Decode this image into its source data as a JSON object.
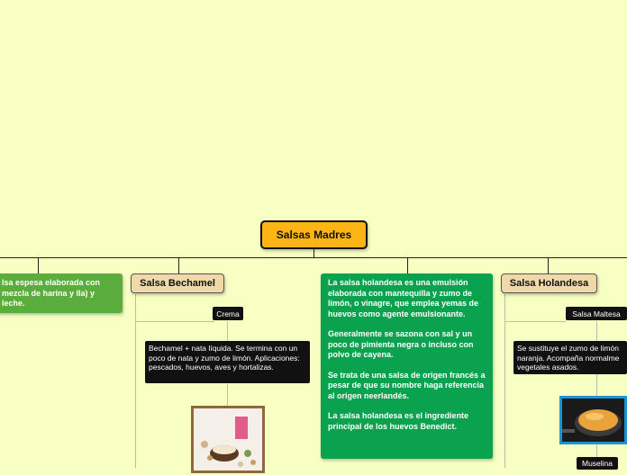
{
  "root": {
    "title": "Salsas Madres"
  },
  "branches": {
    "left_partial": {
      "text": "lsa espesa elaborada con mezcla de harina y lla) y leche."
    },
    "bechamel": {
      "title": "Salsa Bechamel",
      "child_label": "Crema",
      "child_text": "Bechamel + nata líquida. Se termina con un poco de nata y zumo de limón. Aplicaciones: pescados, huevos, aves y hortalizas.",
      "image_icon": "bowl-with-ingredients-photo"
    },
    "holandesa_description": {
      "paragraphs": [
        "La salsa holandesa es una emulsión elaborada con mantequilla y zumo de limón, o vinagre, que emplea yemas de huevos como agente emulsionante.",
        "Generalmente se sazona con sal y un poco de pimienta negra o incluso con polvo de cayena.",
        "Se trata de una salsa de origen francés a pesar de que su nombre haga referencia al origen neerlandés.",
        "La salsa holandesa es el ingrediente principal de los huevos Benedict."
      ]
    },
    "holandesa": {
      "title": "Salsa Holandesa",
      "child_label": "Salsa Maltesa",
      "child_text": "Se sustituye el zumo de limón naranja.  Acompaña normalme vegetales asados.",
      "image_icon": "sauce-bowl-photo",
      "child2_label": "Muselina"
    }
  },
  "colors": {
    "background": "#f8ffc2",
    "root": "#fcb514",
    "topic": "#f0d9a8",
    "green_left": "#5aad3c",
    "green_desc": "#0aa24f"
  }
}
